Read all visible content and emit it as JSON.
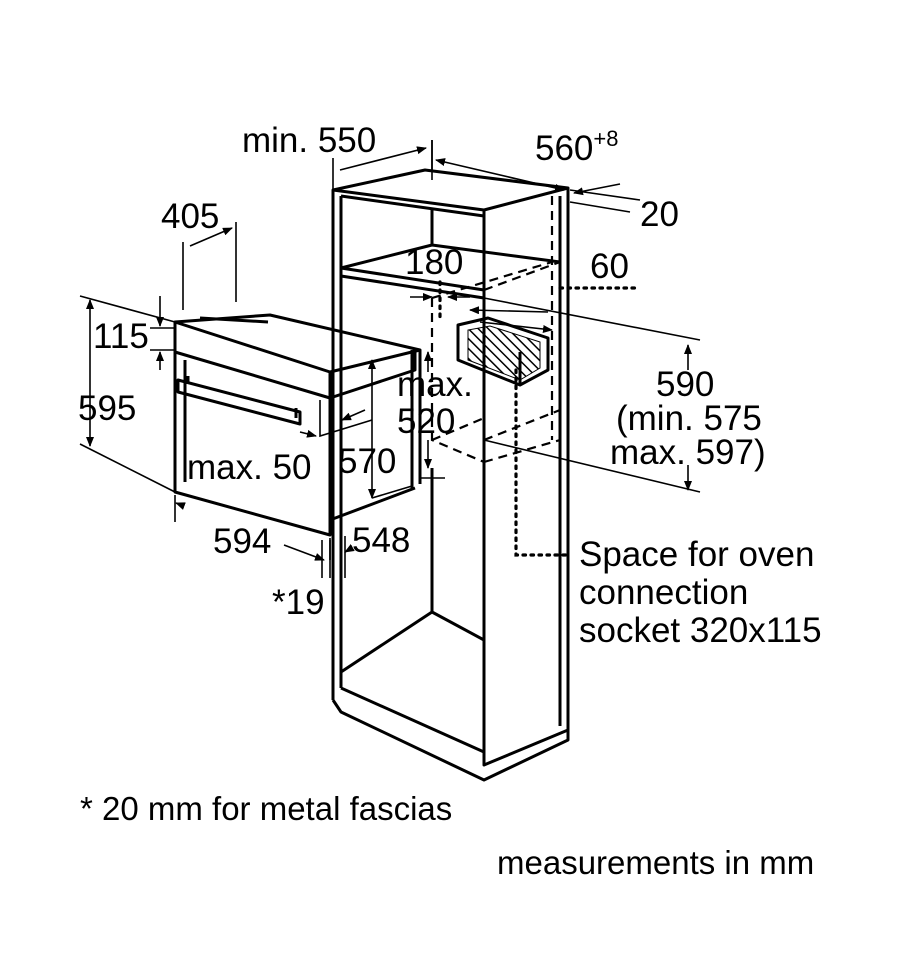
{
  "dimensions": {
    "min_550": "min. 550",
    "d560": "560",
    "d560_sup": "+8",
    "d20": "20",
    "d405": "405",
    "d180": "180",
    "d60": "60",
    "d115": "115",
    "max": "max.",
    "d520": "520",
    "d590": "590",
    "d590_min": "(min. 575",
    "d590_max": "max. 597)",
    "d595": "595",
    "max50": "max. 50",
    "d570": "570",
    "d594": "594",
    "d548": "548",
    "star19": "*19"
  },
  "socket_note": {
    "line1": "Space for oven",
    "line2": "connection",
    "line3": "socket 320x115"
  },
  "footnote": "* 20 mm for metal fascias",
  "units_note": "measurements in mm"
}
